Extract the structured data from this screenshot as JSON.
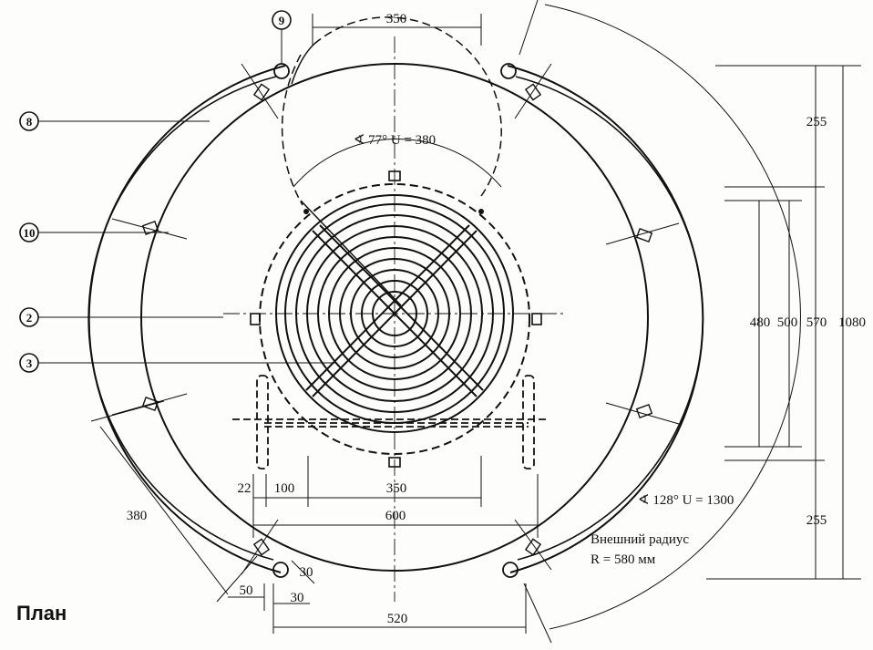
{
  "title": "План",
  "callouts": [
    "9",
    "8",
    "10",
    "2",
    "3"
  ],
  "dimensions": {
    "top_350": "350",
    "angle_77": "∢ 77° U = 380",
    "angle_128": "∢ 128° U = 1300",
    "d_22": "22",
    "d_100": "100",
    "d_350_low": "350",
    "d_600": "600",
    "d_380": "380",
    "d_50": "50",
    "d_30a": "30",
    "d_30b": "30",
    "d_520": "520",
    "v_255_top": "255",
    "v_480": "480",
    "v_500": "500",
    "v_570": "570",
    "v_1080": "1080",
    "v_255_bot": "255"
  },
  "note": {
    "line1": "Внешний радиус",
    "line2": "R = 580 мм"
  }
}
